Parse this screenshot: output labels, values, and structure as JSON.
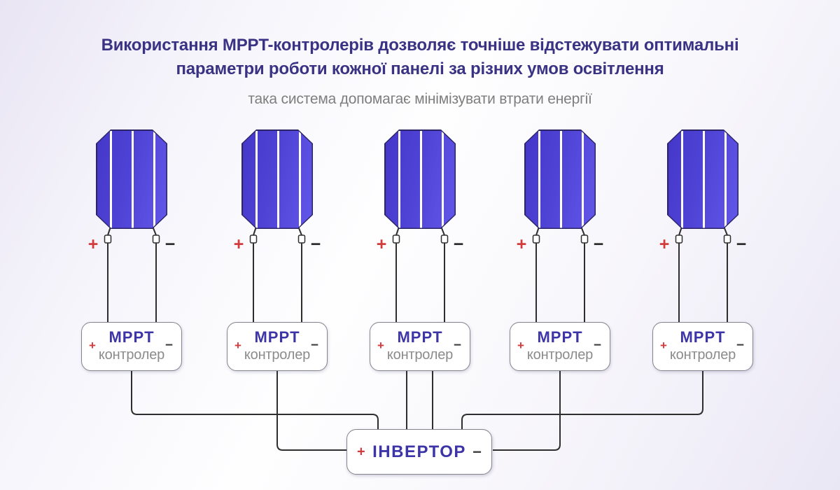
{
  "header": {
    "title_line1": "Використання MPPT-контролерів дозволяє точніше відстежувати оптимальні",
    "title_line2": "параметри роботи кожної панелі за різних умов освітлення",
    "subtitle": "така система допомагає мінімізувати втрати енергії"
  },
  "labels": {
    "plus": "+",
    "minus": "−"
  },
  "controller": {
    "name": "MPPT",
    "type": "контролер"
  },
  "inverter": {
    "label": "ІНВЕРТОР"
  },
  "modules": {
    "count": 5
  },
  "colors": {
    "background_lavender": "#e9e5f4",
    "panel_blue": "#4f43d6",
    "panel_outline": "#2b2467",
    "title_indigo": "#3a3384",
    "accent_indigo": "#3d34a8",
    "text_gray": "#8b8b8b",
    "text_gray_soft": "#7e7e7e",
    "plus_red": "#d23a3c",
    "minus_dark": "#2b2b2b",
    "wire": "#2e2e2e",
    "box_border": "#84848e"
  }
}
